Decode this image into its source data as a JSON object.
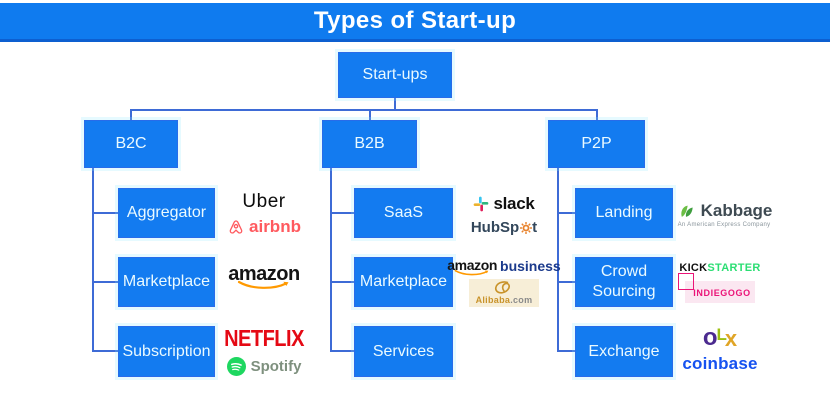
{
  "title": "Types of Start-up",
  "root": {
    "label": "Start-ups"
  },
  "branches": {
    "b2c": {
      "label": "B2C"
    },
    "b2b": {
      "label": "B2B"
    },
    "p2p": {
      "label": "P2P"
    }
  },
  "nodes": {
    "aggregator": "Aggregator",
    "marketplace_b2c": "Marketplace",
    "subscription": "Subscription",
    "saas": "SaaS",
    "marketplace_b2b": "Marketplace",
    "services": "Services",
    "landing": "Landing",
    "crowdsourcing": "Crowd Sourcing",
    "exchange": "Exchange"
  },
  "logos": {
    "uber": "Uber",
    "airbnb": "airbnb",
    "amazon": "amazon",
    "netflix": "NETFLIX",
    "spotify": "Spotify",
    "slack": "slack",
    "hubspot": {
      "pre": "HubSp",
      "post": "t"
    },
    "amazon_business": {
      "amazon": "amazon",
      "business": "business"
    },
    "alibaba": {
      "name": "Alibaba",
      "tld": ".com"
    },
    "kabbage": {
      "name": "Kabbage",
      "tagline": "An American Express Company"
    },
    "kickstarter": {
      "kick": "KICK",
      "starter": "STARTER"
    },
    "indiegogo": "INDIEGOGO",
    "olx": {
      "o": "o",
      "l": "L",
      "x": "x"
    },
    "coinbase": "coinbase"
  },
  "colors": {
    "banner_blue": "#0f7bef",
    "node_blue": "#137bf0",
    "connector_blue": "#3e6bd6",
    "node_text": "#eafaff",
    "netflix_red": "#e50914",
    "airbnb_coral": "#ff5a5f",
    "spotify_green": "#1ed760",
    "amazon_orange": "#ff9900",
    "amazon_business_blue": "#1b3a8c",
    "alibaba_gold": "#c9932a",
    "hubspot_dark": "#33475b",
    "hubspot_orange": "#e8832d",
    "kabbage_green": "#6cbe45",
    "kickstarter_green": "#2bde73",
    "indiegogo_pink": "#eb1478",
    "olx_purple": "#4b2a8f",
    "olx_green": "#9dbf12",
    "olx_orange": "#e0a526",
    "coinbase_blue": "#1652f0",
    "slack_blue": "#36c5f0",
    "slack_green": "#2eb67d",
    "slack_red": "#e01e5a",
    "slack_yellow": "#ecb22e"
  }
}
